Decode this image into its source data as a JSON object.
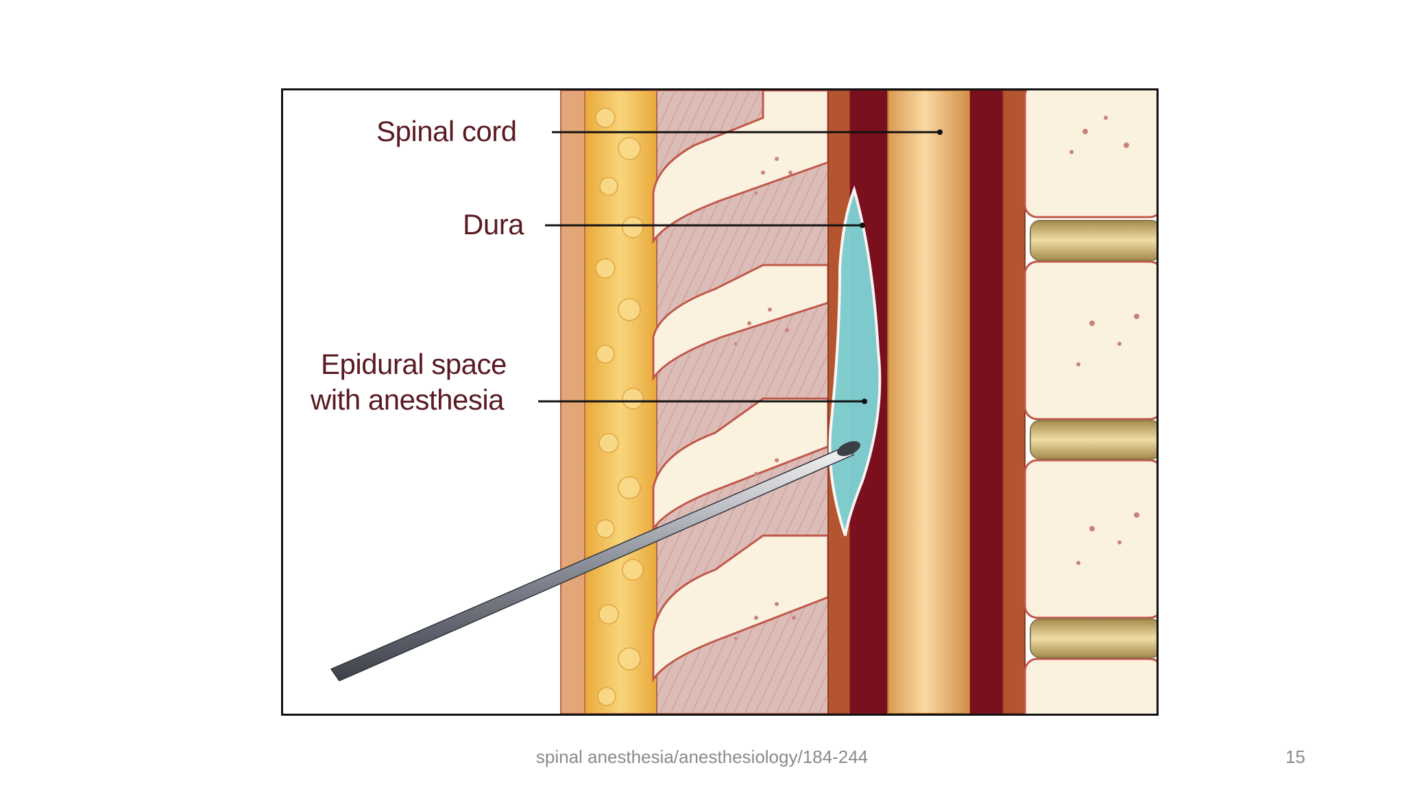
{
  "figure": {
    "labels": {
      "spinal_cord": "Spinal cord",
      "dura": "Dura",
      "epidural_line1": "Epidural space",
      "epidural_line2": "with anesthesia"
    }
  },
  "footer": {
    "text": "spinal anesthesia/anesthesiology/184-244",
    "page_number": "15"
  },
  "colors": {
    "label": "#5a1a22",
    "anesthetic": "#7fd3d6",
    "dura": "#7a0f1e",
    "spinal_cord": "#e9b472",
    "fat": "#f2c25c",
    "bone": "#fbf1df",
    "muscle": "#d9b5ae"
  }
}
